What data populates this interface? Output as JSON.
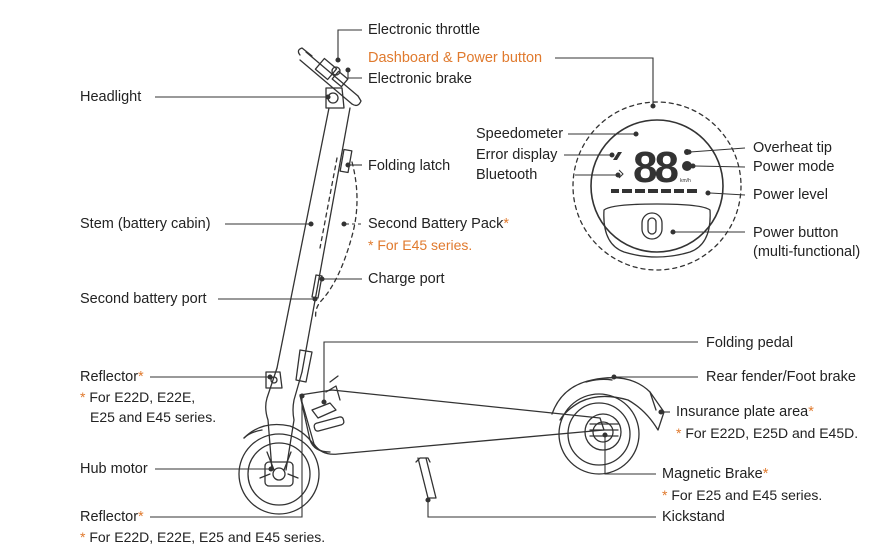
{
  "labels": {
    "electronic_throttle": "Electronic throttle",
    "dashboard_power_button": "Dashboard & Power button",
    "electronic_brake": "Electronic brake",
    "headlight": "Headlight",
    "speedometer": "Speedometer",
    "error_display": "Error display",
    "bluetooth": "Bluetooth",
    "overheat_tip": "Overheat tip",
    "power_mode": "Power mode",
    "power_level": "Power level",
    "power_button": "Power button",
    "power_button_note": "(multi-functional)",
    "folding_latch": "Folding latch",
    "stem": "Stem (battery cabin)",
    "second_battery_pack": "Second Battery Pack",
    "second_battery_pack_note": "* For E45 series.",
    "charge_port": "Charge port",
    "second_battery_port": "Second battery port",
    "folding_pedal": "Folding pedal",
    "rear_fender": "Rear fender/Foot brake",
    "reflector_top": "Reflector",
    "reflector_top_note_1": "* For E22D, E22E,",
    "reflector_top_note_2": "E25 and E45 series.",
    "insurance_plate": "Insurance plate area",
    "insurance_plate_note": "* For E22D, E25D and E45D.",
    "hub_motor": "Hub motor",
    "magnetic_brake": "Magnetic Brake",
    "magnetic_brake_note": "* For E25 and E45 series.",
    "kickstand": "Kickstand",
    "reflector_bottom": "Reflector",
    "reflector_bottom_note": "* For E22D, E22E, E25 and E45 series.",
    "asterisk": "*"
  },
  "display": {
    "digits": "88",
    "unit": "km/h"
  },
  "colors": {
    "line": "#333333",
    "accent": "#e07a2e",
    "text": "#222222"
  }
}
